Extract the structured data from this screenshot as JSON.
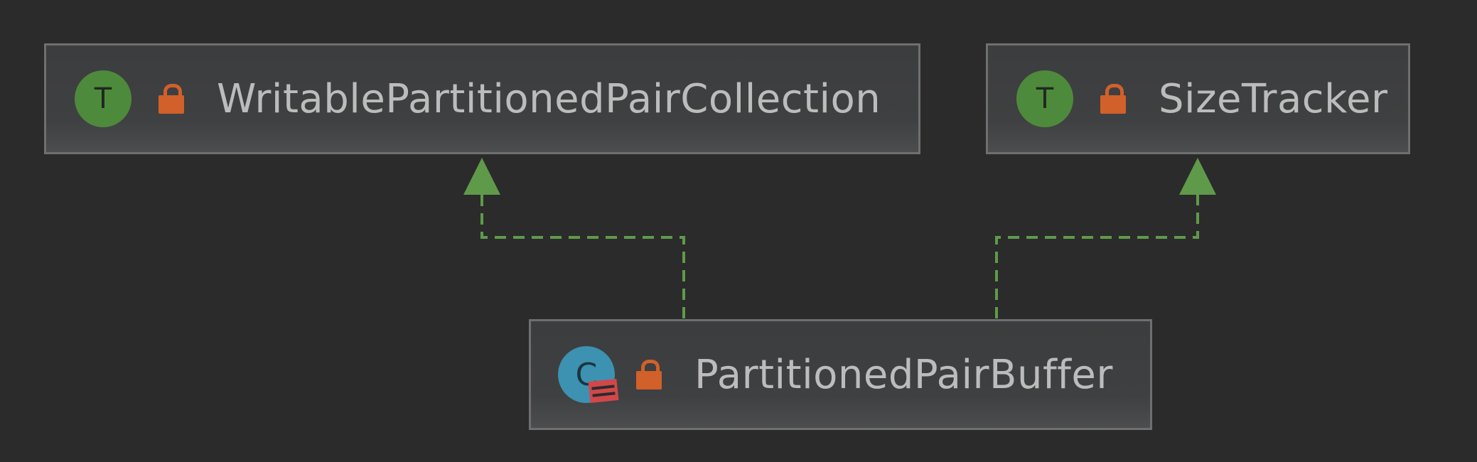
{
  "diagram": {
    "nodes": [
      {
        "id": "writable",
        "kind": "trait",
        "badge_letter": "T",
        "badge_icon": "trait-icon",
        "access_icon": "lock-icon",
        "name": "WritablePartitionedPairCollection"
      },
      {
        "id": "sizetracker",
        "kind": "trait",
        "badge_letter": "T",
        "badge_icon": "trait-icon",
        "access_icon": "lock-icon",
        "name": "SizeTracker"
      },
      {
        "id": "buffer",
        "kind": "abstract-class",
        "badge_letter": "C",
        "badge_icon": "abstract-class-icon",
        "access_icon": "lock-icon",
        "name": "PartitionedPairBuffer"
      }
    ],
    "edges": [
      {
        "from": "buffer",
        "to": "writable",
        "relation": "implements",
        "style": "dashed",
        "arrow": "hollow-triangle"
      },
      {
        "from": "buffer",
        "to": "sizetracker",
        "relation": "implements",
        "style": "dashed",
        "arrow": "hollow-triangle"
      }
    ],
    "colors": {
      "background": "#2b2b2b",
      "node_border": "#6f6f6f",
      "trait_badge": "#4e8a3c",
      "class_badge": "#3c92b0",
      "lock": "#d1602a",
      "edge": "#5f9a4a",
      "text": "#bcbcbc"
    }
  }
}
